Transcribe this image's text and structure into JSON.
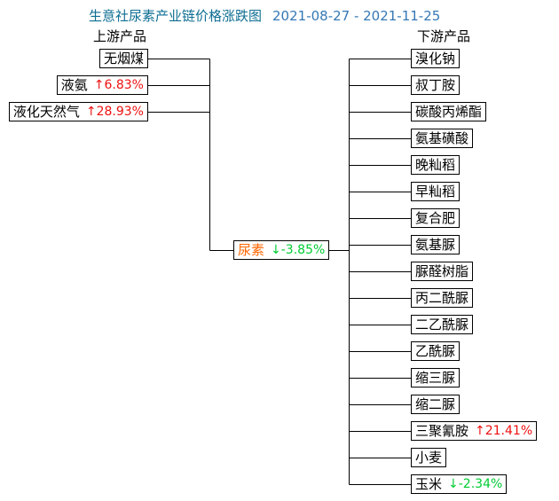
{
  "title": {
    "text": "生意社尿素产业链价格涨跌图",
    "date_range": "2021-08-27 - 2021-11-25"
  },
  "columns": {
    "upstream_label": "上游产品",
    "downstream_label": "下游产品"
  },
  "center": {
    "name": "尿素",
    "direction": "down",
    "arrow": "↓",
    "change": "-3.85%"
  },
  "upstream": [
    {
      "name": "无烟煤",
      "direction": "none",
      "arrow": "",
      "change": ""
    },
    {
      "name": "液氨",
      "direction": "up",
      "arrow": "↑",
      "change": "6.83%"
    },
    {
      "name": "液化天然气",
      "direction": "up",
      "arrow": "↑",
      "change": "28.93%"
    }
  ],
  "downstream": [
    {
      "name": "溴化钠",
      "direction": "none",
      "arrow": "",
      "change": ""
    },
    {
      "name": "叔丁胺",
      "direction": "none",
      "arrow": "",
      "change": ""
    },
    {
      "name": "碳酸丙烯酯",
      "direction": "none",
      "arrow": "",
      "change": ""
    },
    {
      "name": "氨基磺酸",
      "direction": "none",
      "arrow": "",
      "change": ""
    },
    {
      "name": "晚籼稻",
      "direction": "none",
      "arrow": "",
      "change": ""
    },
    {
      "name": "早籼稻",
      "direction": "none",
      "arrow": "",
      "change": ""
    },
    {
      "name": "复合肥",
      "direction": "none",
      "arrow": "",
      "change": ""
    },
    {
      "name": "氨基脲",
      "direction": "none",
      "arrow": "",
      "change": ""
    },
    {
      "name": "脲醛树脂",
      "direction": "none",
      "arrow": "",
      "change": ""
    },
    {
      "name": "丙二酰脲",
      "direction": "none",
      "arrow": "",
      "change": ""
    },
    {
      "name": "二乙酰脲",
      "direction": "none",
      "arrow": "",
      "change": ""
    },
    {
      "name": "乙酰脲",
      "direction": "none",
      "arrow": "",
      "change": ""
    },
    {
      "name": "缩三脲",
      "direction": "none",
      "arrow": "",
      "change": ""
    },
    {
      "name": "缩二脲",
      "direction": "none",
      "arrow": "",
      "change": ""
    },
    {
      "name": "三聚氰胺",
      "direction": "up",
      "arrow": "↑",
      "change": "21.41%"
    },
    {
      "name": "小麦",
      "direction": "none",
      "arrow": "",
      "change": ""
    },
    {
      "name": "玉米",
      "direction": "down",
      "arrow": "↓",
      "change": "-2.34%"
    }
  ],
  "colors": {
    "up": "#ee1111",
    "down": "#00cc33",
    "center_name": "#ff6600",
    "title": "#0e6e93",
    "date": "#3578b5",
    "line": "#000000"
  }
}
